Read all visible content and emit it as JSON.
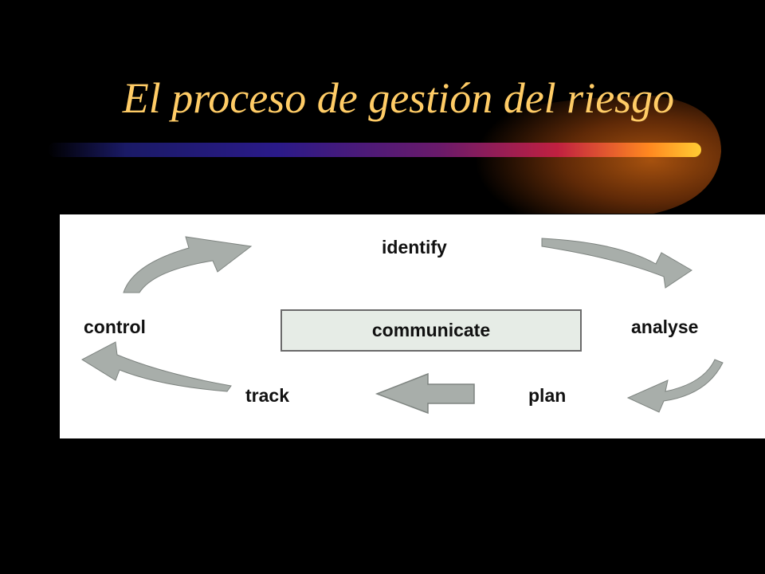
{
  "slide": {
    "title": "El proceso de gestión del riesgo",
    "title_color": "#ffcc66",
    "background": "#000000"
  },
  "diagram": {
    "nodes": {
      "identify": "identify",
      "analyse": "analyse",
      "plan": "plan",
      "track": "track",
      "control": "control"
    },
    "center": "communicate",
    "arrow_color": "#a8aeaa"
  }
}
